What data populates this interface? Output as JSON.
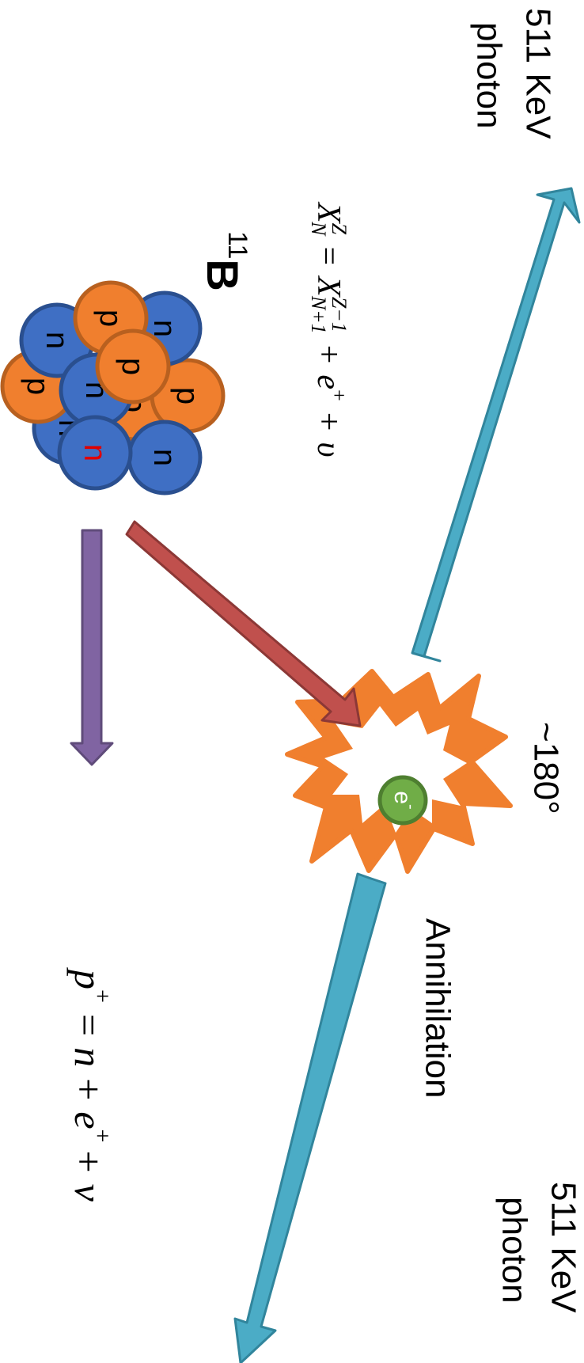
{
  "labels": {
    "photon_top_energy": "511 KeV",
    "photon_top_word": "photon",
    "photon_bottom_energy": "511 KeV",
    "photon_bottom_word": "photon",
    "angle": "~180°",
    "annihilation": "Annihilation",
    "isotope_mass": "11",
    "isotope_symbol": "B",
    "electron": "e",
    "electron_charge": "-"
  },
  "nucleons": {
    "proton_letter": "p",
    "neutron_letter": "n"
  },
  "equations": {
    "beta_decay": {
      "lhs_symbol": "X",
      "lhs_sup": "Z",
      "lhs_sub": "N",
      "equals": "=",
      "rhs_symbol": "X",
      "rhs_sup": "Z−1",
      "rhs_sub": "N+1",
      "plus1": "+",
      "positron": "e",
      "positron_sup": "+",
      "plus2": "+",
      "neutrino": "υ"
    },
    "proton_conversion": {
      "proton": "p",
      "proton_sup": "+",
      "equals": "=",
      "neutron": "n",
      "plus1": "+",
      "positron": "e",
      "positron_sup": "+",
      "plus2": "+",
      "neutrino": "v"
    }
  },
  "colors": {
    "photon_fill": "#4BACC6",
    "photon_stroke": "#31859C",
    "proton_fill": "#F07F2E",
    "proton_stroke": "#B8601F",
    "neutron_fill": "#3F6FC4",
    "neutron_stroke": "#2A4F8F",
    "highlight_neutron_letter": "#E00000",
    "positron_arrow_fill": "#C0504D",
    "positron_arrow_stroke": "#8C3836",
    "neutrino_arrow_fill": "#8064A2",
    "neutrino_arrow_stroke": "#5F4B7A",
    "burst_fill": "#F07F2E",
    "electron_fill": "#70AD47",
    "electron_stroke": "#4E7F30"
  }
}
